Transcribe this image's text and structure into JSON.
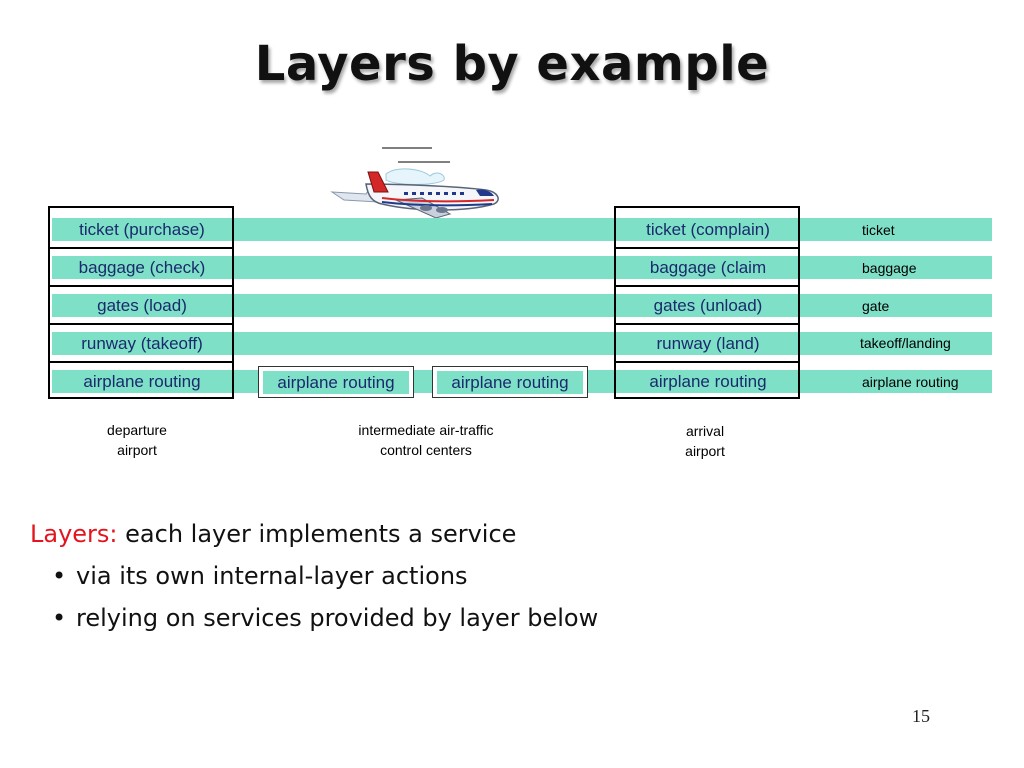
{
  "title": "Layers by example",
  "departure": {
    "layers": [
      "ticket (purchase)",
      "baggage (check)",
      "gates (load)",
      "runway (takeoff)",
      "airplane routing"
    ],
    "caption_line1": "departure",
    "caption_line2": "airport"
  },
  "intermediate": {
    "boxes": [
      "airplane routing",
      "airplane routing"
    ],
    "caption_line1": "intermediate air-traffic",
    "caption_line2": "control centers"
  },
  "arrival": {
    "layers": [
      "ticket (complain)",
      "baggage (claim",
      "gates (unload)",
      "runway (land)",
      "airplane routing"
    ],
    "caption_line1": "arrival",
    "caption_line2": "airport"
  },
  "layer_names": [
    "ticket",
    "baggage",
    "gate",
    "takeoff/landing",
    "airplane routing"
  ],
  "bullets": {
    "lead": "Layers:",
    "lead_rest": " each layer implements a service",
    "items": [
      "via its own internal-layer actions",
      "relying on services provided by layer below"
    ]
  },
  "page_number": "15",
  "colors": {
    "band": "#7fe0c8",
    "cell_text": "#1a2a6c",
    "lead": "#e3141e"
  },
  "icons": {
    "airplane": "airplane-icon"
  }
}
